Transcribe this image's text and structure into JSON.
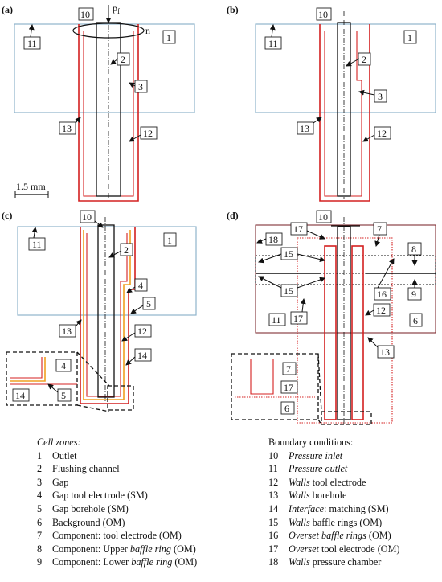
{
  "panels": {
    "a": "(a)",
    "b": "(b)",
    "c": "(c)",
    "d": "(d)"
  },
  "symbols": {
    "pf": "p",
    "pf_sub": "f",
    "n": "n",
    "scale": "1.5 mm"
  },
  "callouts": [
    "1",
    "2",
    "3",
    "4",
    "5",
    "6",
    "7",
    "8",
    "9",
    "10",
    "11",
    "12",
    "13",
    "14",
    "15",
    "16",
    "17",
    "18"
  ],
  "cell_zones": {
    "title": "Cell zones:",
    "items": [
      {
        "num": "1",
        "text": "Outlet"
      },
      {
        "num": "2",
        "text": "Flushing channel"
      },
      {
        "num": "3",
        "text": "Gap"
      },
      {
        "num": "4",
        "text": "Gap tool electrode (SM)"
      },
      {
        "num": "5",
        "text": "Gap borehole (SM)"
      },
      {
        "num": "6",
        "text": "Background (OM)"
      },
      {
        "num": "7",
        "text": "Component: tool electrode (OM)"
      },
      {
        "num": "8",
        "pre": "Component: Upper ",
        "em": "baffle ring",
        "post": " (OM)"
      },
      {
        "num": "9",
        "pre": "Component: Lower ",
        "em": "baffle ring",
        "post": " (OM)"
      }
    ]
  },
  "boundary_conditions": {
    "title": "Boundary conditions:",
    "items": [
      {
        "num": "10",
        "em": "Pressure inlet",
        "post": ""
      },
      {
        "num": "11",
        "em": "Pressure outlet",
        "post": ""
      },
      {
        "num": "12",
        "em": "Walls",
        "post": " tool electrode"
      },
      {
        "num": "13",
        "em": "Walls",
        "post": " borehole"
      },
      {
        "num": "14",
        "em": "Interface",
        "post": ": matching (SM)"
      },
      {
        "num": "15",
        "em": "Walls",
        "post": " baffle rings (OM)"
      },
      {
        "num": "16",
        "em": "Overset baffle rings",
        "post": " (OM)"
      },
      {
        "num": "17",
        "em": "Overset",
        "post": " tool electrode (OM)"
      },
      {
        "num": "18",
        "em": "Walls",
        "post": " pressure chamber"
      }
    ]
  }
}
